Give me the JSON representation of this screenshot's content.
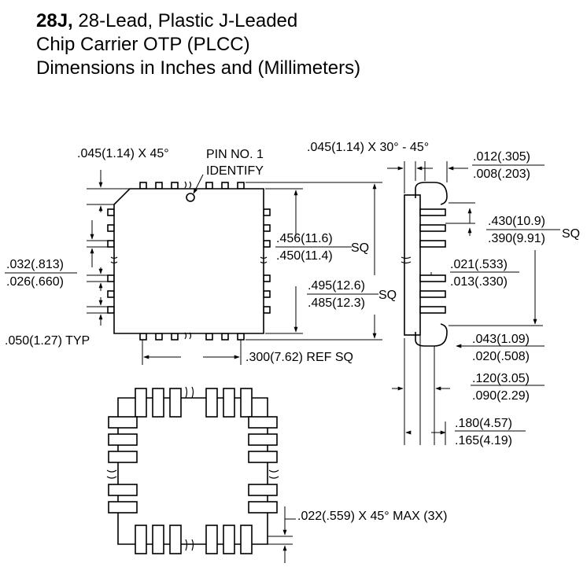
{
  "title": {
    "part_code": "28J,",
    "line1_rest": " 28-Lead, Plastic J-Leaded",
    "line2": "Chip Carrier OTP (PLCC)",
    "line3": "Dimensions in Inches and (Millimeters)"
  },
  "labels": {
    "chamfer": ".045(1.14) X 45°",
    "pin1_line1": "PIN NO. 1",
    "pin1_line2": "IDENTIFY",
    "lead_width_max": ".032(.813)",
    "lead_width_min": ".026(.660)",
    "pitch": ".050(1.27) TYP",
    "body_max": ".456(11.6)",
    "body_min": ".450(11.4)",
    "body_sq": "SQ",
    "overall_max": ".495(12.6)",
    "overall_min": ".485(12.3)",
    "overall_sq": "SQ",
    "ref_sq": ".300(7.62) REF SQ",
    "side_chamfer": ".045(1.14) X 30° - 45°",
    "lead_thk_max": ".012(.305)",
    "lead_thk_min": ".008(.203)",
    "contact_max": ".430(10.9)",
    "contact_min": ".390(9.91)",
    "contact_sq": "SQ",
    "foot_max": ".021(.533)",
    "foot_min": ".013(.330)",
    "standoff_max": ".043(1.09)",
    "standoff_min": ".020(.508)",
    "h1_max": ".120(3.05)",
    "h1_min": ".090(2.29)",
    "h2_max": ".180(4.57)",
    "h2_min": ".165(4.19)",
    "corner": ".022(.559) X 45° MAX (3X)"
  }
}
